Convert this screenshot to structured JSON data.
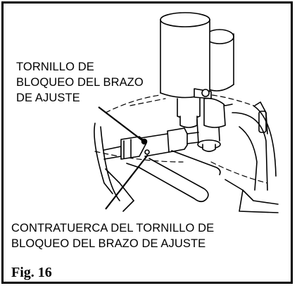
{
  "callouts": {
    "top": {
      "lines": [
        "TORNILLO DE",
        "BLOQUEO DEL BRAZO",
        "DE AJUSTE"
      ]
    },
    "bottom": {
      "lines": [
        "CONTRATUERCA DEL TORNILLO DE",
        "BLOQUEO DEL BRAZO DE AJUSTE"
      ]
    }
  },
  "figure": {
    "caption": "Fig. 16"
  },
  "colors": {
    "line": "#000000",
    "background": "#ffffff"
  }
}
